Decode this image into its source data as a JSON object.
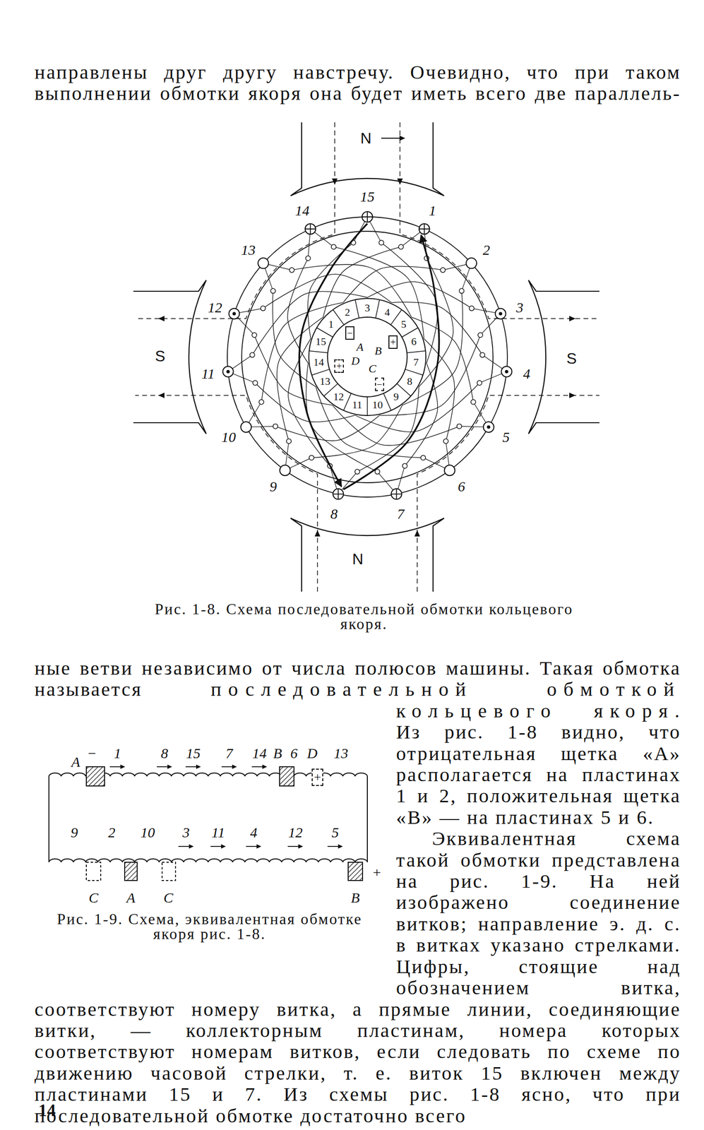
{
  "diagram": {
    "caption": "Рис. 1-8. Схема последовательной обмотки кольцевого якоря.",
    "nodes": [
      {
        "text": [
          "1"
        ]
      },
      {
        "text": [
          "2"
        ]
      },
      {
        "text": [
          "3"
        ]
      },
      {
        "text": [
          "4"
        ]
      },
      {
        "text": [
          "5"
        ]
      },
      {
        "text": [
          "6"
        ]
      },
      {
        "text": [
          "7"
        ]
      },
      {
        "text": [
          "8"
        ]
      },
      {
        "text": [
          "9"
        ]
      },
      {
        "text": [
          "10"
        ]
      },
      {
        "text": [
          "11"
        ]
      },
      {
        "text": [
          "12"
        ]
      },
      {
        "text": [
          "13"
        ]
      },
      {
        "text": [
          "14"
        ]
      },
      {
        "text": [
          "15"
        ]
      },
      {
        "text": [
          "−"
        ]
      },
      {
        "text": [
          "+"
        ]
      },
      {
        "text": [
          "−"
        ]
      },
      {
        "text": [
          "+"
        ]
      },
      {
        "text": [
          "+"
        ]
      }
    ],
    "labels": [
      "направлены друг другу навстречу. Очевидно, что при таком выполнении обмотки якоря она будет иметь всего две параллель-",
      "ные ветви независимо от числа полюсов машины. Такая обмотка называется",
      "последовательной обмоткой кольцевого якоря",
      ". Из рис. 1-8 видно, что отрицательная щетка «A» располагается на пластинах 1 и 2, положительная щетка «B» — на пластинах 5 и 6.",
      "Эквивалентная схема такой обмотки представлена на рис. 1-9. На ней изображено соединение витков; направление э. д. с. в витках указано стрелками. Цифры, стоящие над обозначением витка, соответствуют номеру витка, а прямые линии, соединяющие витки, — коллекторным пластинам, номера которых соответствуют номерам витков, если следовать по схеме по движению часовой стрелки, т. е. виток 15 включен между пластинами 15 и 7. Из схемы рис. 1-8 ясно, что при последовательной обмотке достаточно всего",
      "N",
      "S",
      "S",
      "N",
      "1",
      "2",
      "3",
      "4",
      "5",
      "6",
      "7",
      "8",
      "9",
      "10",
      "11",
      "12",
      "13",
      "14",
      "15",
      "A",
      "B",
      "C",
      "D",
      "−",
      "1",
      "8",
      "15",
      "7",
      "14",
      "B",
      "6",
      "D",
      "13",
      "A",
      "9",
      "2",
      "10",
      "3",
      "11",
      "4",
      "12",
      "5",
      "C",
      "A",
      "C",
      "B",
      "+",
      "Рис. 1-9. Схема, эквивалентная обмотке якоря рис. 1-8.",
      "14"
    ]
  }
}
